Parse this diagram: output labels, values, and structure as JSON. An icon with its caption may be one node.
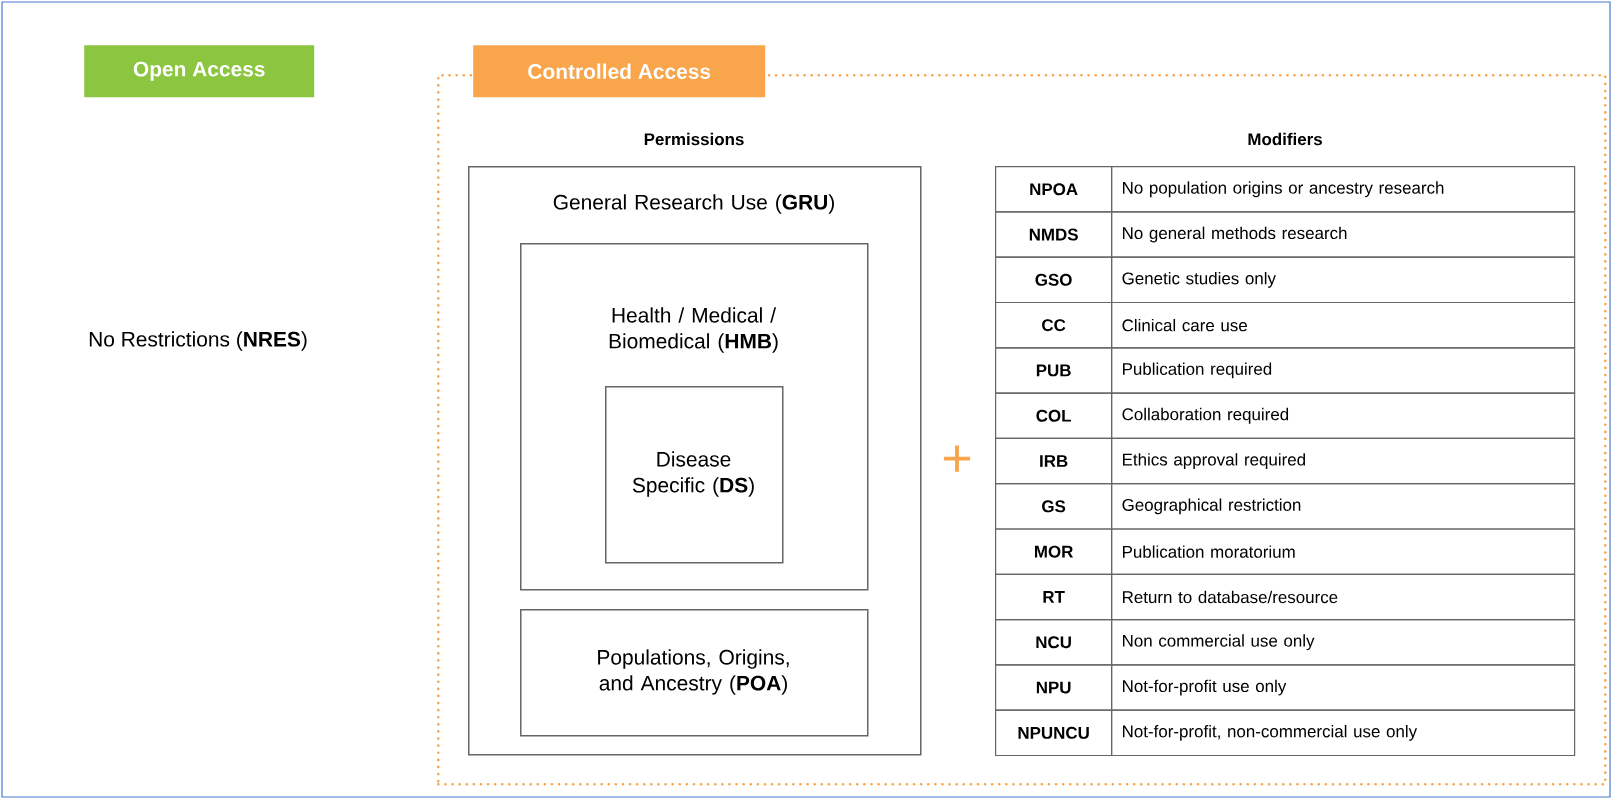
{
  "diagram": {
    "nodes": [
      {
        "text": [
          "Open Access"
        ]
      },
      {
        "text": [
          "Controlled Access"
        ]
      },
      {
        "text": [
          "Permissions",
          "General Research Use (**GRU**)"
        ],
        "in": 1
      },
      {
        "text": [
          "Health / Medical / Biomedical (**HMB**)"
        ],
        "in": 2
      },
      {
        "text": [
          "Disease Specific (**DS**)"
        ],
        "in": 3
      },
      {
        "text": [
          "Populations, Origins, and Ancestry (**POA**)"
        ],
        "in": 2
      }
    ],
    "labels": [
      "No Restrictions (**NRES**)",
      "+",
      "Modifiers",
      "NPOA",
      "No population origins or ancestry research",
      "NMDS",
      "No general methods research",
      "GSO",
      "Genetic studies only",
      "CC",
      "Clinical care use",
      "PUB",
      "Publication required",
      "COL",
      "Collaboration required",
      "IRB",
      "Ethics approval required",
      "GS",
      "Geographical restriction",
      "MOR",
      "Publication moratorium",
      "RT",
      "Return to database/resource",
      "NCU",
      "Non commercial use only",
      "NPU",
      "Not-for-profit use only",
      "NPUNCU",
      "Not-for-profit, non-commercial use only"
    ]
  }
}
